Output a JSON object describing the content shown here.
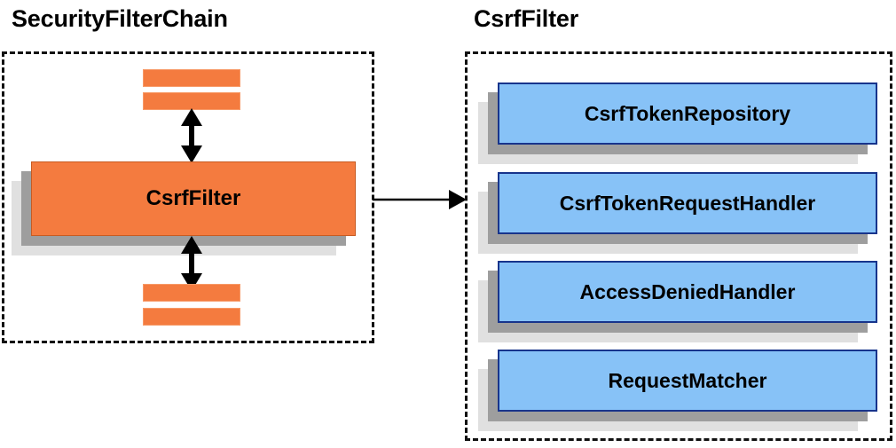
{
  "diagram": {
    "title_left": "SecurityFilterChain",
    "title_right": "CsrfFilter",
    "colors": {
      "orange_fill": "#F47B3F",
      "orange_border": "#C75B22",
      "blue_fill": "#87C2F7",
      "blue_border": "#17348C",
      "shadow_near": "#9E9E9E",
      "shadow_far": "#E0E0E0",
      "stroke": "#000000",
      "panel_border": "#111111",
      "background": "#FFFFFF"
    }
  },
  "left_panel": {
    "title": "SecurityFilterChain",
    "center_box_label": "CsrfFilter",
    "slabs_top": [
      "",
      ""
    ],
    "slabs_bottom": [
      "",
      ""
    ],
    "arrow_top_label": "",
    "arrow_bottom_label": ""
  },
  "right_panel": {
    "title": "CsrfFilter",
    "components": [
      {
        "label": "CsrfTokenRepository"
      },
      {
        "label": "CsrfTokenRequestHandler"
      },
      {
        "label": "AccessDeniedHandler"
      },
      {
        "label": "RequestMatcher"
      }
    ]
  },
  "connector": {
    "from": "CsrfFilter",
    "to": "CsrfFilter detail panel",
    "label": ""
  }
}
